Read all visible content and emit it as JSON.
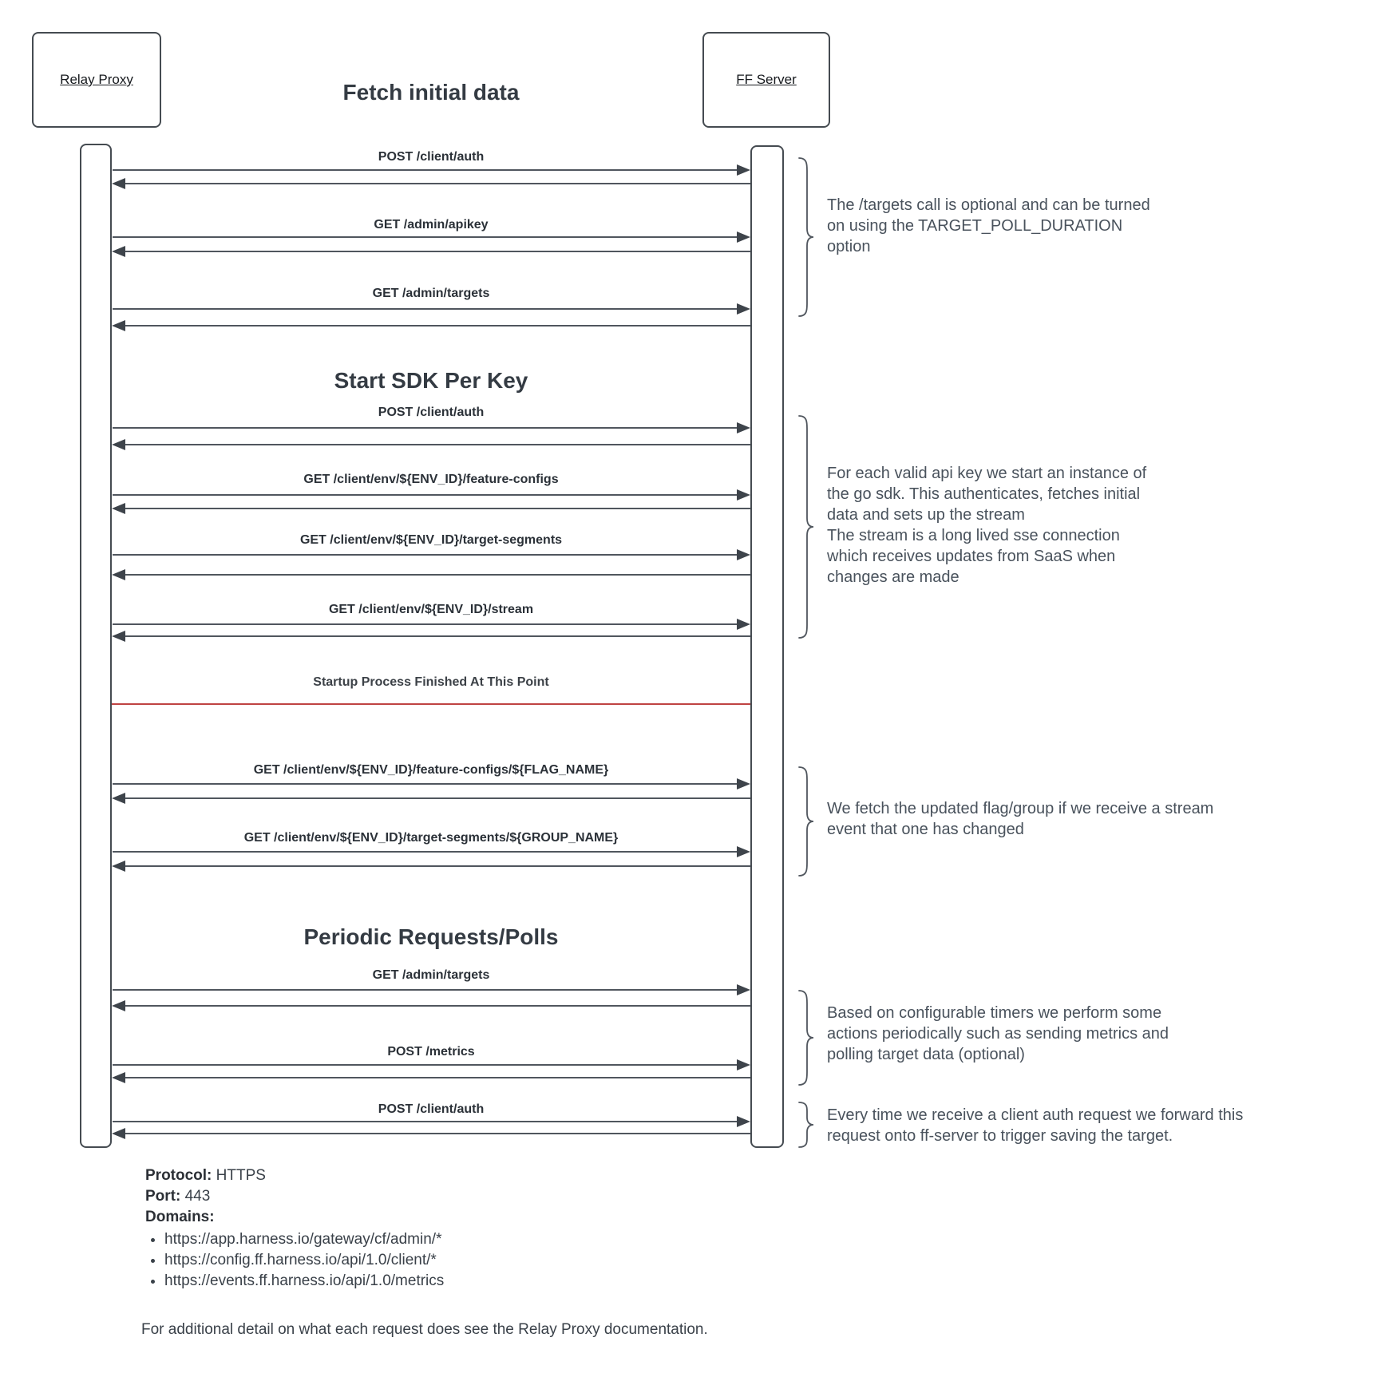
{
  "diagram": {
    "actors": {
      "left": "Relay Proxy",
      "right": "FF Server"
    },
    "sections": [
      "Fetch initial data",
      "Start SDK Per Key",
      "Periodic Requests/Polls"
    ],
    "messages": [
      "POST /client/auth",
      "GET /admin/apikey",
      "GET /admin/targets",
      "POST /client/auth",
      "GET /client/env/${ENV_ID}/feature-configs",
      "GET /client/env/${ENV_ID}/target-segments",
      "GET /client/env/${ENV_ID}/stream",
      "GET /client/env/${ENV_ID}/feature-configs/${FLAG_NAME}",
      "GET /client/env/${ENV_ID}/target-segments/${GROUP_NAME}",
      "GET /admin/targets",
      "POST /metrics",
      "POST /client/auth"
    ],
    "separator_label": "Startup Process Finished At This Point",
    "annotations": [
      "The /targets call is optional and can be turned\non using the TARGET_POLL_DURATION\noption",
      "For each valid api key we start an instance of\nthe go sdk. This authenticates, fetches initial\ndata and sets up the stream\nThe stream is a long lived sse connection\nwhich receives updates from SaaS when\nchanges are made",
      "We fetch the updated flag/group if we receive a stream\nevent that one has changed",
      "Based on configurable timers we perform some\nactions periodically such as sending metrics and\npolling target data (optional)",
      "Every time we receive a client auth request we forward this\nrequest onto ff-server to trigger saving the target.",
      ""
    ],
    "info": {
      "protocol_label": "Protocol:",
      "protocol": "HTTPS",
      "port_label": "Port:",
      "port": "443",
      "domains_label": "Domains:",
      "domains": [
        "https://app.harness.io/gateway/cf/admin/*",
        "https://config.ff.harness.io/api/1.0/client/*",
        "https://events.ff.harness.io/api/1.0/metrics"
      ]
    },
    "footer_note": "For additional detail on what each request does see the Relay Proxy documentation."
  },
  "colors": {
    "separator_red": "#bf4342",
    "arrow_line": "#50565e",
    "label_text": "#2b3138",
    "annotation_text": "#49525c",
    "border": "#454b51"
  }
}
